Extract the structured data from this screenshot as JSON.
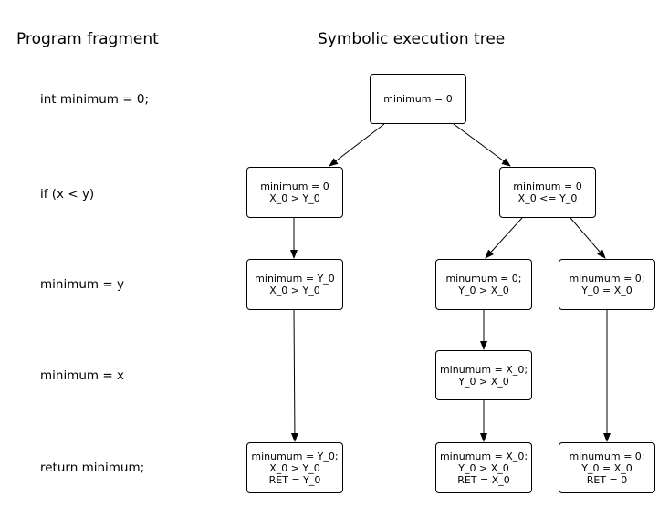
{
  "headings": {
    "program": "Program fragment",
    "tree": "Symbolic execution tree"
  },
  "code_lines": [
    "int minimum = 0;",
    "if (x < y)",
    "minimum = y",
    "minimum = x",
    "return minimum;"
  ],
  "nodes": {
    "root": [
      "minimum = 0"
    ],
    "n1_left": [
      "minimum = 0",
      "X_0 > Y_0"
    ],
    "n1_right": [
      "minimum = 0",
      "X_0 <= Y_0"
    ],
    "n2_left": [
      "minimum = Y_0",
      "X_0 > Y_0"
    ],
    "n2_mid": [
      "minumum = 0;",
      "Y_0 > X_0"
    ],
    "n2_right": [
      "minumum = 0;",
      "Y_0 = X_0"
    ],
    "n3_mid": [
      "minumum = X_0;",
      "Y_0 > X_0"
    ],
    "n4_left": [
      "minumum = Y_0;",
      "X_0 > Y_0",
      "RET = Y_0"
    ],
    "n4_mid": [
      "minumum = X_0;",
      "Y_0 > X_0",
      "RET = X_0"
    ],
    "n4_right": [
      "minumum = 0;",
      "Y_0 = X_0",
      "RET = 0"
    ]
  }
}
